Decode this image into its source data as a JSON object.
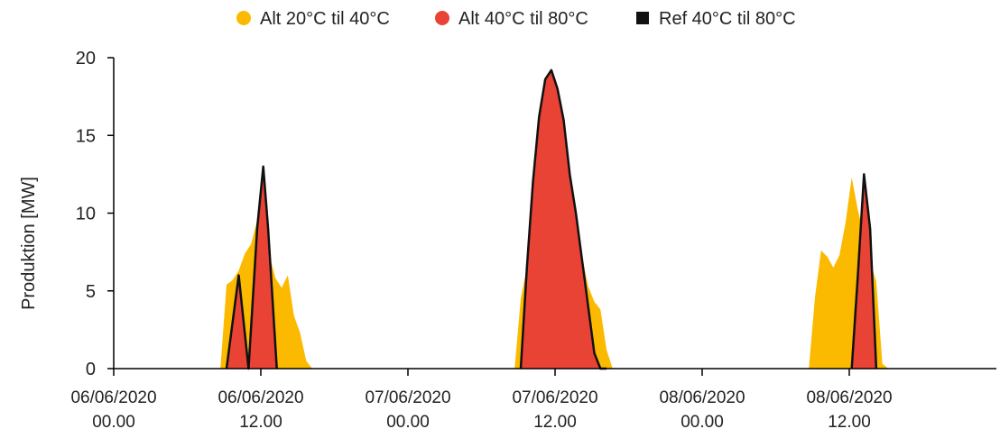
{
  "chart_data": {
    "type": "area",
    "ylabel": "Produktion [MW]",
    "xlabel": "",
    "ylim": [
      0,
      20
    ],
    "xlim": [
      "06/06/2020 00.00",
      "09/06/2020 00.00"
    ],
    "y_ticks": [
      0,
      5,
      10,
      15,
      20
    ],
    "x_ticks": [
      {
        "date": "06/06/2020",
        "time": "00.00",
        "hour": 0
      },
      {
        "date": "06/06/2020",
        "time": "12.00",
        "hour": 12
      },
      {
        "date": "07/06/2020",
        "time": "00.00",
        "hour": 24
      },
      {
        "date": "07/06/2020",
        "time": "12.00",
        "hour": 36
      },
      {
        "date": "08/06/2020",
        "time": "00.00",
        "hour": 48
      },
      {
        "date": "08/06/2020",
        "time": "12.00",
        "hour": 60
      }
    ],
    "grid": false,
    "legend_position": "top-center",
    "series": [
      {
        "name": "Alt 20°C til 40°C",
        "color": "#FBBA00",
        "style": "area",
        "marker": "circle",
        "x": [
          8.7,
          9.2,
          9.7,
          10.2,
          10.7,
          11.2,
          11.7,
          12.2,
          12.7,
          13.2,
          13.7,
          14.2,
          14.7,
          15.2,
          15.7,
          16.2,
          32.7,
          33.2,
          33.7,
          34.2,
          34.7,
          35.2,
          35.7,
          36.2,
          36.7,
          37.2,
          37.7,
          38.2,
          38.7,
          39.2,
          39.7,
          40.2,
          40.7,
          41.2,
          56.7,
          57.2,
          57.7,
          58.2,
          58.7,
          59.2,
          59.7,
          60.2,
          60.7,
          61.2,
          61.7,
          62.2,
          62.7,
          63.2,
          63.7
        ],
        "y": [
          0,
          5.4,
          5.7,
          6.3,
          7.4,
          8.0,
          9.5,
          12.0,
          7.3,
          5.8,
          5.2,
          6.0,
          3.4,
          2.3,
          0.5,
          0,
          0,
          4.5,
          6.5,
          11.8,
          16.2,
          18.6,
          19.2,
          18.2,
          16.0,
          12.2,
          10.0,
          7.2,
          5.3,
          4.3,
          3.8,
          1.2,
          0,
          0,
          0,
          4.6,
          7.6,
          7.2,
          6.5,
          7.3,
          9.4,
          12.3,
          10.2,
          8.6,
          6.9,
          5.6,
          0.3,
          0,
          0
        ]
      },
      {
        "name": "Alt 40°C til 80°C",
        "color": "#E94335",
        "style": "area",
        "marker": "circle",
        "x": [
          9.2,
          10.2,
          11.0,
          11.7,
          12.2,
          12.6,
          13.3,
          33.2,
          33.7,
          34.2,
          34.7,
          35.2,
          35.7,
          36.2,
          36.7,
          37.2,
          37.7,
          38.2,
          38.7,
          39.2,
          39.7,
          40.2,
          60.2,
          60.7,
          61.2,
          61.7,
          62.2
        ],
        "y": [
          0,
          6.0,
          0,
          9.0,
          13.0,
          9.0,
          0,
          0,
          6.5,
          12.0,
          16.2,
          18.6,
          19.2,
          18.0,
          16.0,
          12.5,
          10.0,
          7.0,
          4.0,
          1.0,
          0,
          0,
          0,
          6.0,
          12.5,
          9.0,
          0
        ]
      },
      {
        "name": "Ref 40°C til 80°C",
        "color": "#111111",
        "style": "line",
        "marker": "square",
        "x": [
          9.2,
          10.2,
          11.0,
          11.7,
          12.2,
          12.6,
          13.3,
          33.2,
          33.7,
          34.2,
          34.7,
          35.2,
          35.7,
          36.2,
          36.7,
          37.2,
          37.7,
          38.2,
          38.7,
          39.2,
          39.7,
          40.2,
          60.2,
          60.7,
          61.2,
          61.7,
          62.2
        ],
        "y": [
          0,
          6.0,
          0,
          9.0,
          13.0,
          9.0,
          0,
          0,
          6.5,
          12.0,
          16.2,
          18.6,
          19.2,
          18.0,
          16.0,
          12.5,
          10.0,
          7.0,
          4.0,
          1.0,
          0,
          0,
          0,
          6.0,
          12.5,
          9.0,
          0
        ]
      }
    ]
  }
}
